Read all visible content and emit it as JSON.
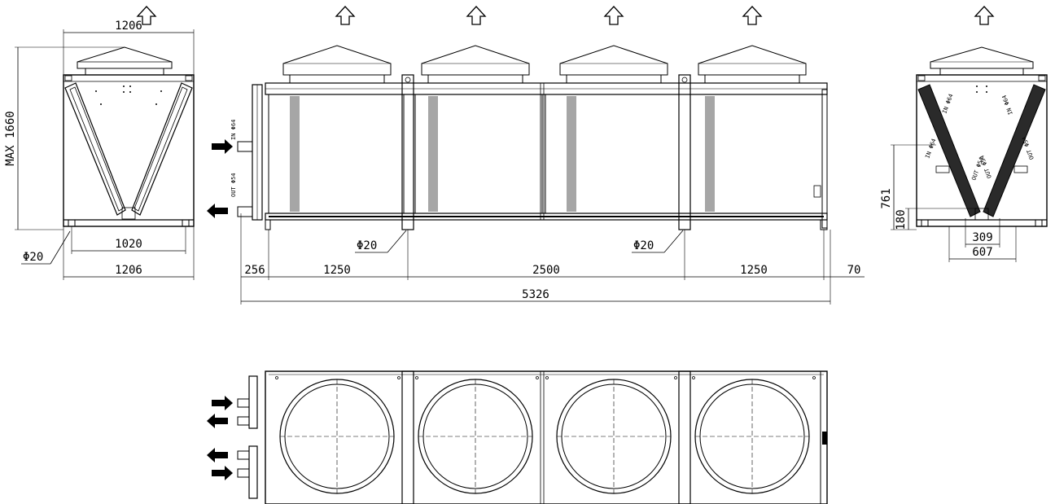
{
  "views": {
    "end_view_left": {
      "dim_top": "1206",
      "dim_height": "MAX 1660",
      "dim_inner": "1020",
      "dim_bottom": "1206",
      "leg_note": "Φ20"
    },
    "front_view": {
      "pipe_in": "IN Φ64",
      "pipe_out": "OUT Φ54",
      "leg_note_left": "Φ20",
      "leg_note_right": "Φ20",
      "dims": [
        "256",
        "1250",
        "2500",
        "1250",
        "70"
      ],
      "dim_total": "5326"
    },
    "end_view_right": {
      "dim_height": "761",
      "dim_low": "180",
      "dim_inner": "309",
      "dim_outer": "607",
      "coil_labels": [
        "IN Φ64",
        "OUT Φ54",
        "OUT Φ54",
        "IN Φ64",
        "IN Φ64",
        "OUT Φ54"
      ]
    },
    "top_view": {
      "fan_count": 4
    }
  },
  "colors": {
    "line": "#000000",
    "background": "#ffffff"
  }
}
